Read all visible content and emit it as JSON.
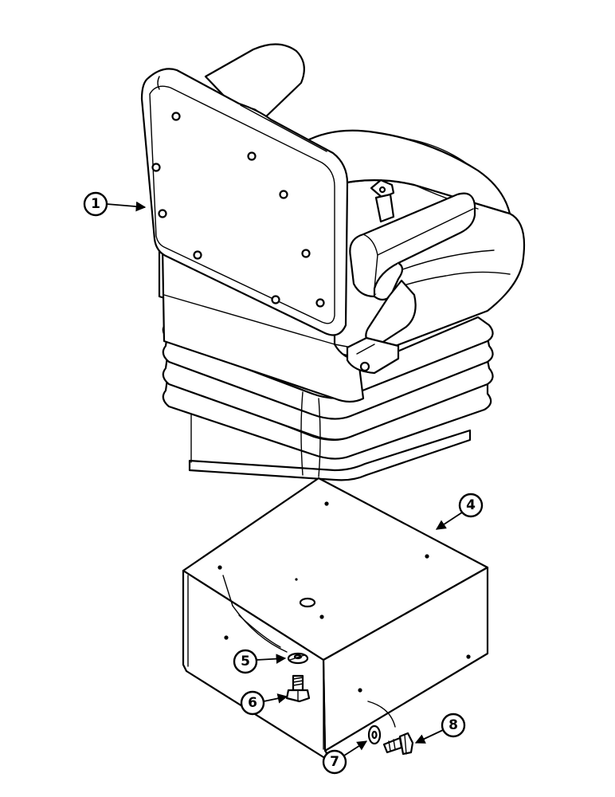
{
  "callouts": [
    {
      "id": "1",
      "label": "1"
    },
    {
      "id": "4",
      "label": "4"
    },
    {
      "id": "5",
      "label": "5"
    },
    {
      "id": "6",
      "label": "6"
    },
    {
      "id": "7",
      "label": "7"
    },
    {
      "id": "8",
      "label": "8"
    }
  ]
}
